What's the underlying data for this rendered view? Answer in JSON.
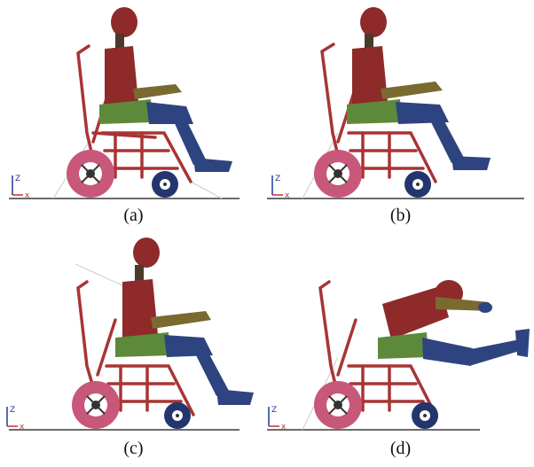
{
  "panels": [
    {
      "id": "a",
      "caption": "(a)"
    },
    {
      "id": "b",
      "caption": "(b)"
    },
    {
      "id": "c",
      "caption": "(c)"
    },
    {
      "id": "d",
      "caption": "(d)"
    }
  ],
  "axes": {
    "vertical": "Z",
    "horizontal": "x"
  },
  "colors": {
    "frame": "#a83434",
    "torso": "#8e2a2a",
    "legs": "#2e4480",
    "seat": "#5c8a3a",
    "wheel_rear": "#c8587a",
    "wheel_front": "#24356e",
    "ground": "#3a3a3a",
    "axis_blue": "#1e3a9a",
    "axis_red": "#c03030"
  },
  "icons": [
    "wheelchair-dummy-figure",
    "axis-triad-icon"
  ]
}
